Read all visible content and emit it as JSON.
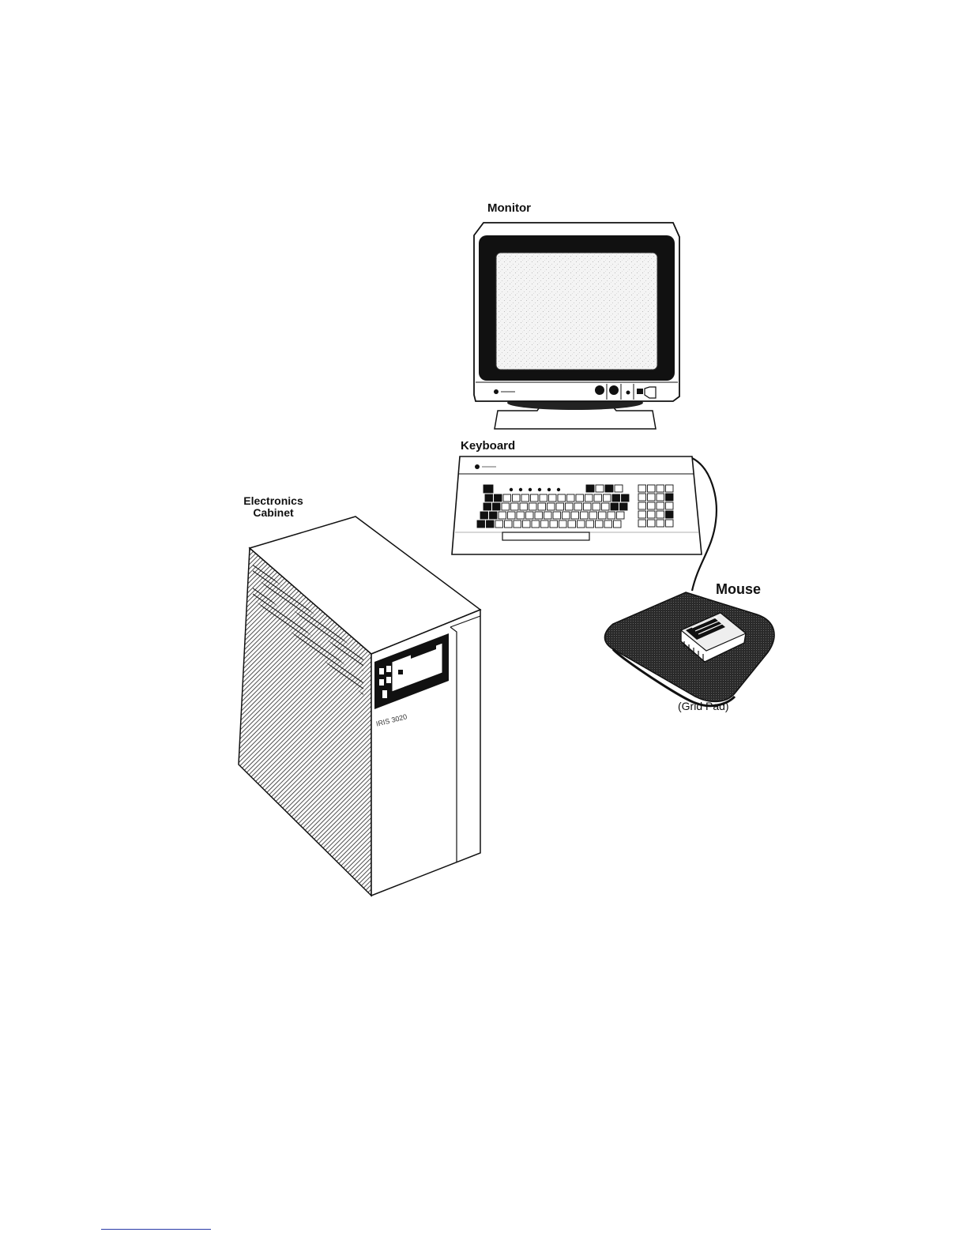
{
  "figure": {
    "labels": {
      "monitor": "Monitor",
      "keyboard": "Keyboard",
      "cabinet_line1": "Electronics",
      "cabinet_line2": "Cabinet",
      "mouse": "Mouse",
      "grid_pad": "(Grid Pad)",
      "cabinet_model": "IRIS 3020"
    }
  },
  "colors": {
    "ink": "#111111",
    "paper": "#ffffff",
    "footnote_rule": "#2a3aa8"
  }
}
